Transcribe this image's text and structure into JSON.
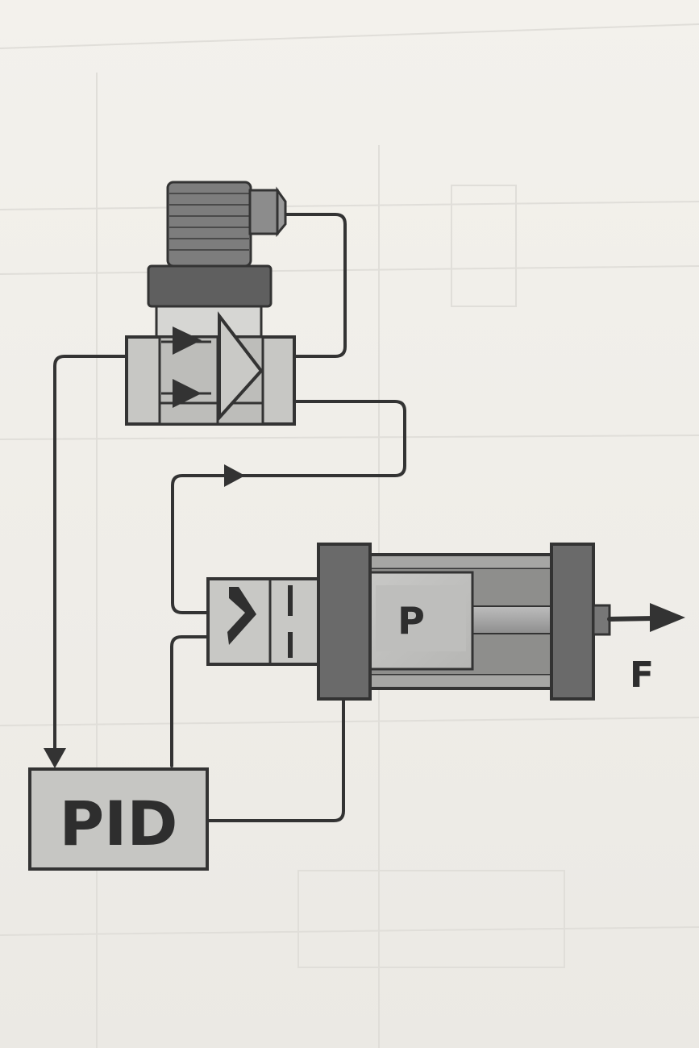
{
  "labels": {
    "controller": "PID",
    "chamber": "P",
    "force": "F"
  },
  "colors": {
    "background": "#f1efea",
    "line": "#333333",
    "dark_gray": "#5f5f5f",
    "mid_gray": "#8a8a8a",
    "light_gray": "#c9c9c6",
    "pale_gray": "#d9d9d6"
  }
}
